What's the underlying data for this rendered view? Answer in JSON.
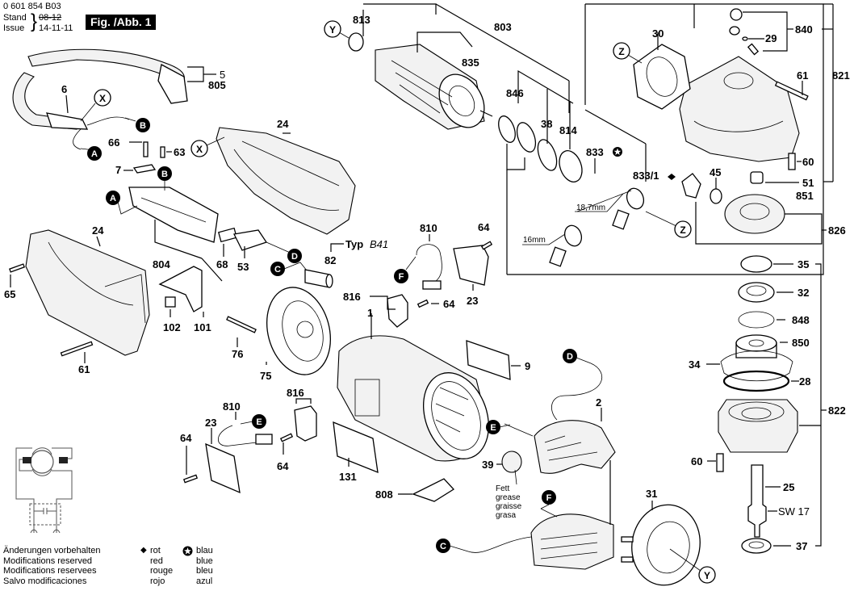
{
  "header": {
    "document_number": "0 601 854 B03",
    "stand_label": "Stand",
    "issue_label": "Issue",
    "date_superseded": "08-12",
    "date_current": "14-11-11",
    "figure_title": "Fig. /Abb. 1"
  },
  "footer": {
    "disclaimer": [
      "Änderungen vorbehalten",
      "Modifications reserved",
      "Modifications reservees",
      "Salvo modificaciones"
    ],
    "red_symbol": "◆",
    "red_labels": [
      "rot",
      "red",
      "rouge",
      "rojo"
    ],
    "blue_symbol": "✪",
    "blue_labels": [
      "blau",
      "blue",
      "bleu",
      "azul"
    ]
  },
  "connectors": {
    "A": "A",
    "B": "B",
    "C": "C",
    "D": "D",
    "E": "E",
    "F": "F",
    "X": "X",
    "Y": "Y",
    "Z": "Z"
  },
  "parts": {
    "p1": "1",
    "p2": "2",
    "p5": "5",
    "p6": "6",
    "p7": "7",
    "p9": "9",
    "p23a": "23",
    "p23b": "23",
    "p24a": "24",
    "p24b": "24",
    "p25": "25",
    "p28": "28",
    "p29": "29",
    "p30": "30",
    "p31": "31",
    "p32": "32",
    "p34": "34",
    "p35": "35",
    "p37": "37",
    "p38": "38",
    "p39": "39",
    "p45": "45",
    "p51": "51",
    "p53": "53",
    "p60a": "60",
    "p60b": "60",
    "p61a": "61",
    "p61b": "61",
    "p63": "63",
    "p64a": "64",
    "p64b": "64",
    "p64c": "64",
    "p64d": "64",
    "p65": "65",
    "p66": "66",
    "p68": "68",
    "p75": "75",
    "p76": "76",
    "p82": "82",
    "p101": "101",
    "p102": "102",
    "p131": "131",
    "p803": "803",
    "p804": "804",
    "p805": "805",
    "p808": "808",
    "p810a": "810",
    "p810b": "810",
    "p813": "813",
    "p814": "814",
    "p816a": "816",
    "p816b": "816",
    "p821": "821",
    "p822": "822",
    "p826": "826",
    "p833": "833",
    "p833_1": "833/1",
    "p835": "835",
    "p840": "840",
    "p846": "846",
    "p848": "848",
    "p850": "850",
    "p851": "851"
  },
  "annotations": {
    "typ_label": "Typ",
    "typ_value": "B41",
    "dim_18_7": "18,7mm",
    "dim_16": "16mm",
    "sw17": "SW 17",
    "grease": [
      "Fett",
      "grease",
      "graisse",
      "grasa"
    ]
  }
}
